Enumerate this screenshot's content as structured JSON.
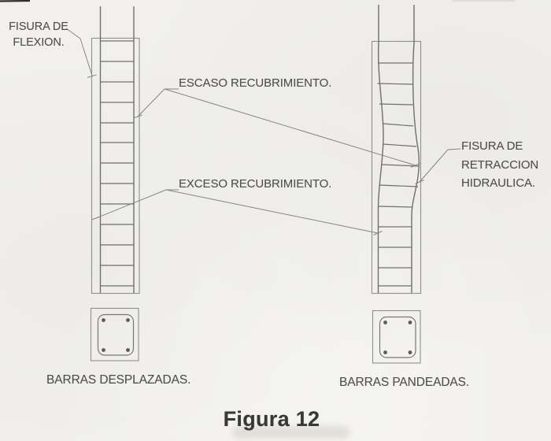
{
  "figure": {
    "caption": "Figura 12",
    "labels": {
      "fisura_flexion": "FISURA DE\nFLEXION.",
      "escaso_recubrimiento": "ESCASO RECUBRIMIENTO.",
      "exceso_recubrimiento": "EXCESO RECUBRIMIENTO.",
      "fisura_retraccion": "FISURA DE\nRETRACCION\nHIDRAULICA.",
      "barras_desplazadas": "BARRAS DESPLAZADAS.",
      "barras_pandeadas": "BARRAS PANDEADAS."
    },
    "colors": {
      "paper": "#f1f0ec",
      "drawing_line": "#7c7c7c",
      "rebar_line": "#6f6f6f",
      "label_text": "#4f4f4f",
      "caption_text": "#383838"
    }
  }
}
